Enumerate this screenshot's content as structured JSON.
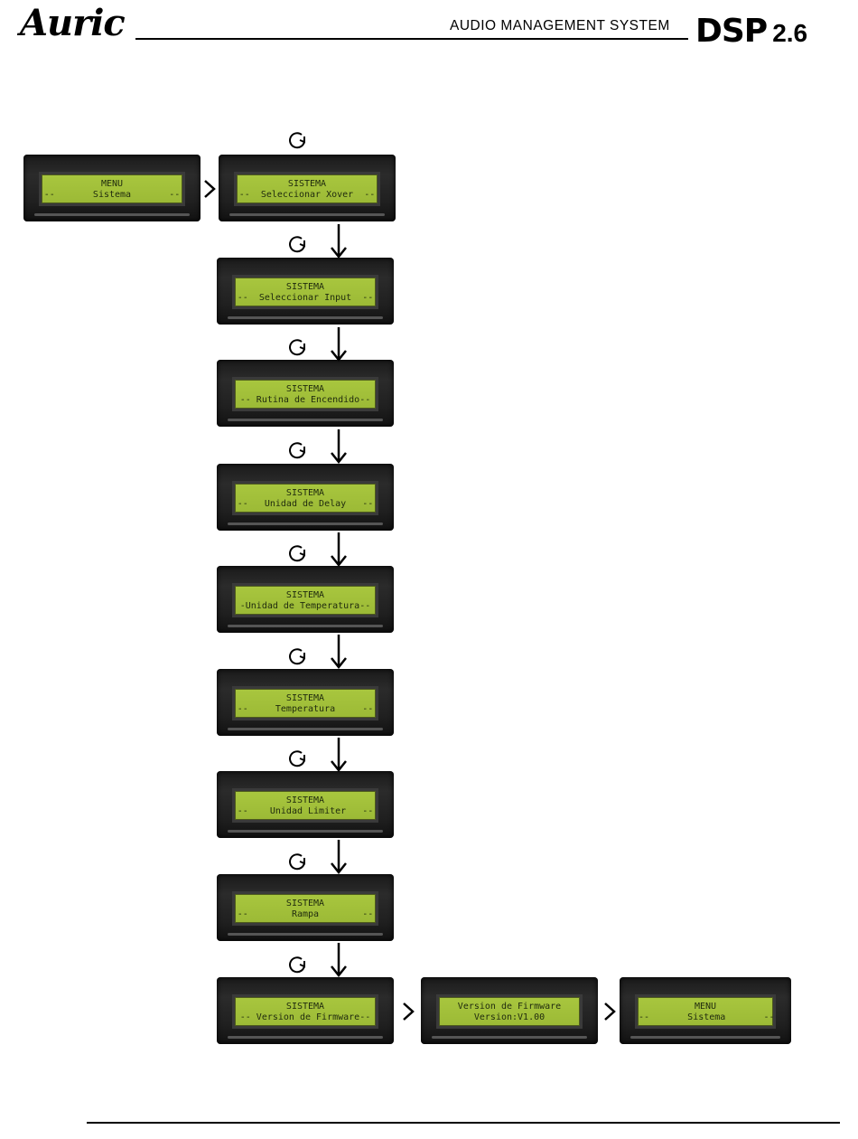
{
  "header": {
    "logo_text": "Auric",
    "subtitle": "AUDIO MANAGEMENT SYSTEM",
    "product_name": "DSP",
    "product_version": "2.6"
  },
  "screens": [
    {
      "line1": "MENU",
      "line2": "--       Sistema       --"
    },
    {
      "line1": "SISTEMA",
      "line2": "--  Seleccionar Xover  --"
    },
    {
      "line1": "SISTEMA",
      "line2": "--  Seleccionar Input  --"
    },
    {
      "line1": "SISTEMA",
      "line2": "-- Rutina de Encendido--"
    },
    {
      "line1": "SISTEMA",
      "line2": "--   Unidad de Delay   --"
    },
    {
      "line1": "SISTEMA",
      "line2": "-Unidad de Temperatura--"
    },
    {
      "line1": "SISTEMA",
      "line2": "--     Temperatura     --"
    },
    {
      "line1": "SISTEMA",
      "line2": "--    Unidad Limiter   --"
    },
    {
      "line1": "SISTEMA",
      "line2": "--        Rampa        --"
    },
    {
      "line1": "SISTEMA",
      "line2": "-- Version de Firmware--"
    },
    {
      "line1": "Version de Firmware",
      "line2": "Version:V1.00"
    },
    {
      "line1": "MENU",
      "line2": "--       Sistema       --"
    }
  ],
  "icons": {
    "cycle": "rotate-clockwise-icon",
    "down": "arrow-down-icon",
    "next": "chevron-right-icon"
  }
}
